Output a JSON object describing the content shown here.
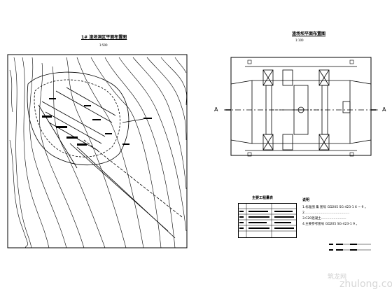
{
  "left": {
    "title_num": "1#",
    "title": "渣场洞区平面布置图",
    "scale": "1:500"
  },
  "right": {
    "title": "渣场坝平面布置图",
    "scale": "1:100",
    "section_left": "A",
    "section_right": "A"
  },
  "table": {
    "title": "主要工程量表"
  },
  "notes": {
    "heading": "说明",
    "lines": [
      "1.标准图 集 图号        GD205 SG-423-1 6 ~ 9 。",
      "2.……………………………………",
      "3.C20混凝土……………………",
      "4.主要参考图号        GD205 SG-423-1 9 。"
    ]
  },
  "watermark": {
    "brand": "zhulong.com",
    "cn": "筑龙网"
  },
  "colors": {
    "line": "#000000",
    "bg": "#ffffff",
    "watermark": "#d6d6d6"
  }
}
